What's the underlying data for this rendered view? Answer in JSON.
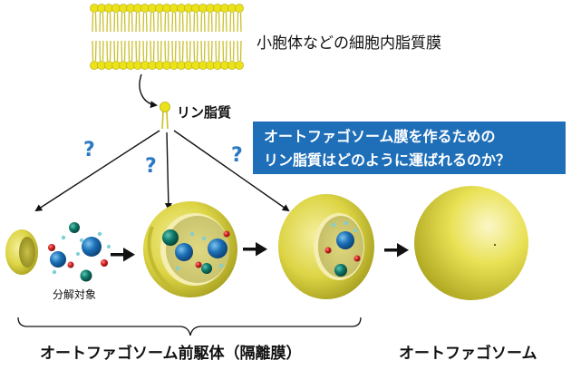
{
  "labels": {
    "membrane": "小胞体などの細胞内脂質膜",
    "lipid": "リン脂質",
    "question_line1": "オートファゴソーム膜を作るための",
    "question_line2": "リン脂質はどのように運ばれるのか？",
    "question_mark": "?",
    "cargo": "分解対象",
    "precursor": "オートファゴソーム前駆体（隔離膜）",
    "autophagosome": "オートファゴソーム"
  },
  "colors": {
    "lipid_head": "#ece21a",
    "membrane_yellow": "#e9e154",
    "question_bg": "#1f6fb8",
    "question_mark": "#2b79c2",
    "cargo_blue": "#1b6fb5",
    "cargo_teal": "#0c7868",
    "cargo_red": "#d42020",
    "cargo_cyan": "#7fcfd4"
  }
}
